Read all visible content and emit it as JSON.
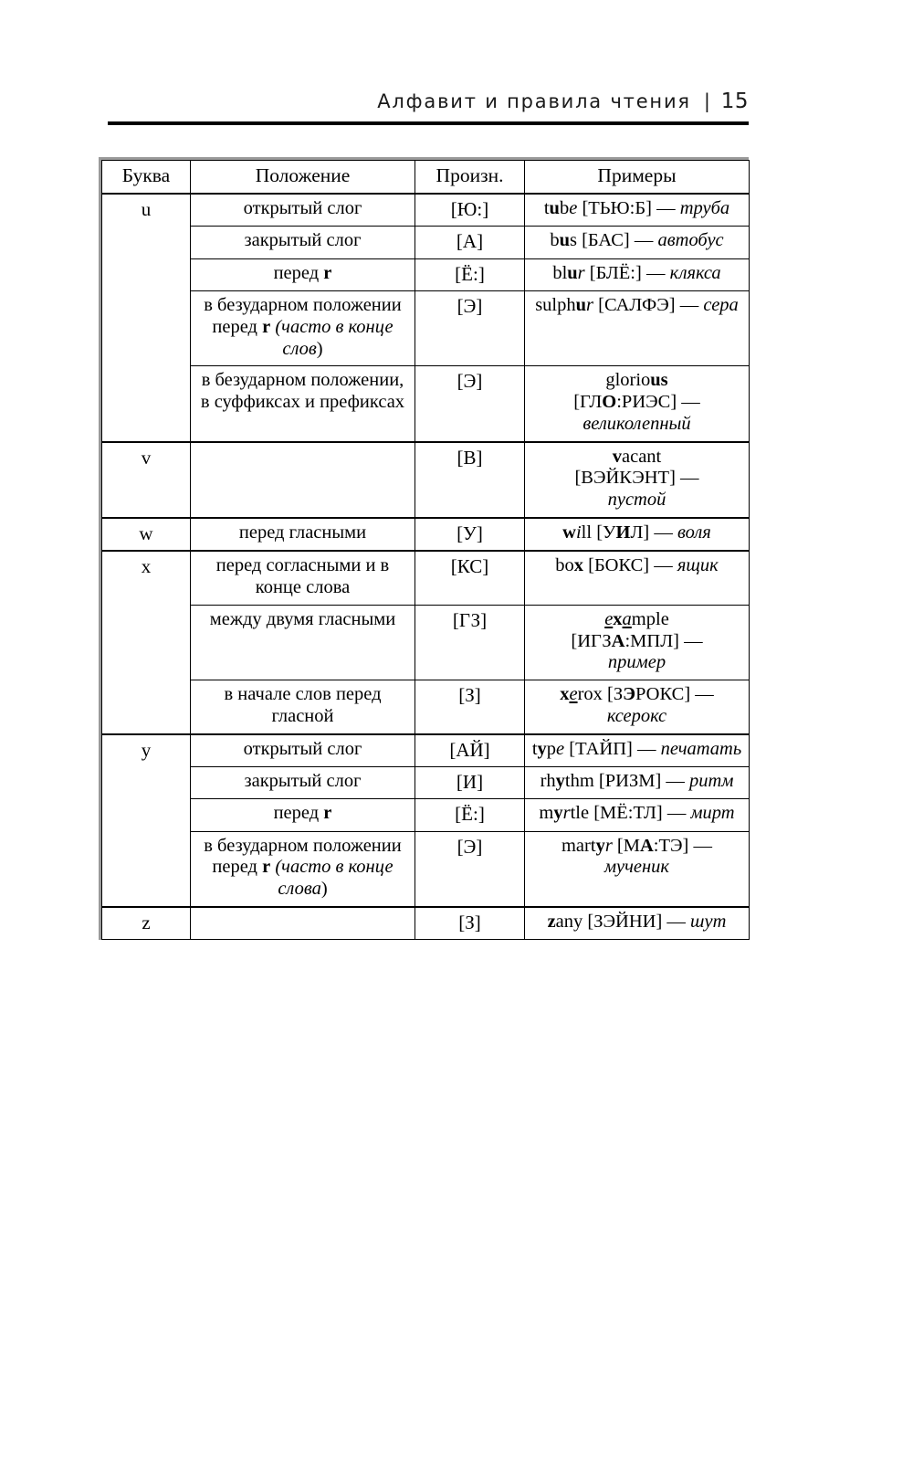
{
  "header": {
    "title": "Алфавит и правила чтения",
    "separator": "|",
    "page_number": "15"
  },
  "table": {
    "columns": [
      "Буква",
      "Положение",
      "Произн.",
      "Примеры"
    ],
    "rows": [
      {
        "letter": "u",
        "letter_rowspan": 5,
        "position": "открытый слог",
        "pronunciation": "[Ю:]",
        "example_word": "tube",
        "example_transcription": "[ТЬЮ:Б]",
        "example_translation": "труба"
      },
      {
        "letter": "",
        "position": "закрытый слог",
        "pronunciation": "[А]",
        "example_word": "bus",
        "example_transcription": "[БАС]",
        "example_translation": "автобус"
      },
      {
        "letter": "",
        "position": "перед r",
        "pronunciation": "[Ё:]",
        "example_word": "blur",
        "example_transcription": "[БЛЁ:]",
        "example_translation": "клякса"
      },
      {
        "letter": "",
        "position": "в безударном положении перед r (часто в конце слов)",
        "pronunciation": "[Э]",
        "example_word": "sulphur",
        "example_transcription": "[САЛФЭ]",
        "example_translation": "сера"
      },
      {
        "letter": "",
        "position": "в безударном положении, в суффиксах и префиксах",
        "pronunciation": "[Э]",
        "example_word": "glorious",
        "example_transcription": "[ГЛО:РИЭС]",
        "example_translation": "великолепный"
      },
      {
        "letter": "v",
        "position": "",
        "pronunciation": "[В]",
        "example_word": "vacant",
        "example_transcription": "[ВЭЙКЭНТ]",
        "example_translation": "пустой"
      },
      {
        "letter": "w",
        "position": "перед гласными",
        "pronunciation": "[У]",
        "example_word": "will",
        "example_transcription": "[УИЛ]",
        "example_translation": "воля"
      },
      {
        "letter": "x",
        "letter_rowspan": 3,
        "position": "перед согласными и в конце слова",
        "pronunciation": "[КС]",
        "example_word": "box",
        "example_transcription": "[БОКС]",
        "example_translation": "ящик"
      },
      {
        "letter": "",
        "position": "между двумя гласными",
        "pronunciation": "[ГЗ]",
        "example_word": "example",
        "example_transcription": "[ИГЗА:МПЛ]",
        "example_translation": "пример"
      },
      {
        "letter": "",
        "position": "в начале слов перед гласной",
        "pronunciation": "[З]",
        "example_word": "xerox",
        "example_transcription": "[ЗЭРОКС]",
        "example_translation": "ксерокс"
      },
      {
        "letter": "y",
        "letter_rowspan": 4,
        "position": "открытый слог",
        "pronunciation": "[АЙ]",
        "example_word": "type",
        "example_transcription": "[ТАЙП]",
        "example_translation": "печатать"
      },
      {
        "letter": "",
        "position": "закрытый слог",
        "pronunciation": "[И]",
        "example_word": "rhythm",
        "example_transcription": "[РИЗМ]",
        "example_translation": "ритм"
      },
      {
        "letter": "",
        "position": "перед r",
        "pronunciation": "[Ё:]",
        "example_word": "myrtle",
        "example_transcription": "[МЁ:ТЛ]",
        "example_translation": "мирт"
      },
      {
        "letter": "",
        "position": "в безударном положении перед r (часто в конце слова)",
        "pronunciation": "[Э]",
        "example_word": "martyr",
        "example_transcription": "[МА:ТЭ]",
        "example_translation": "мученик"
      },
      {
        "letter": "z",
        "position": "",
        "pronunciation": "[З]",
        "example_word": "zany",
        "example_transcription": "[ЗЭЙНИ]",
        "example_translation": "шут"
      }
    ]
  }
}
